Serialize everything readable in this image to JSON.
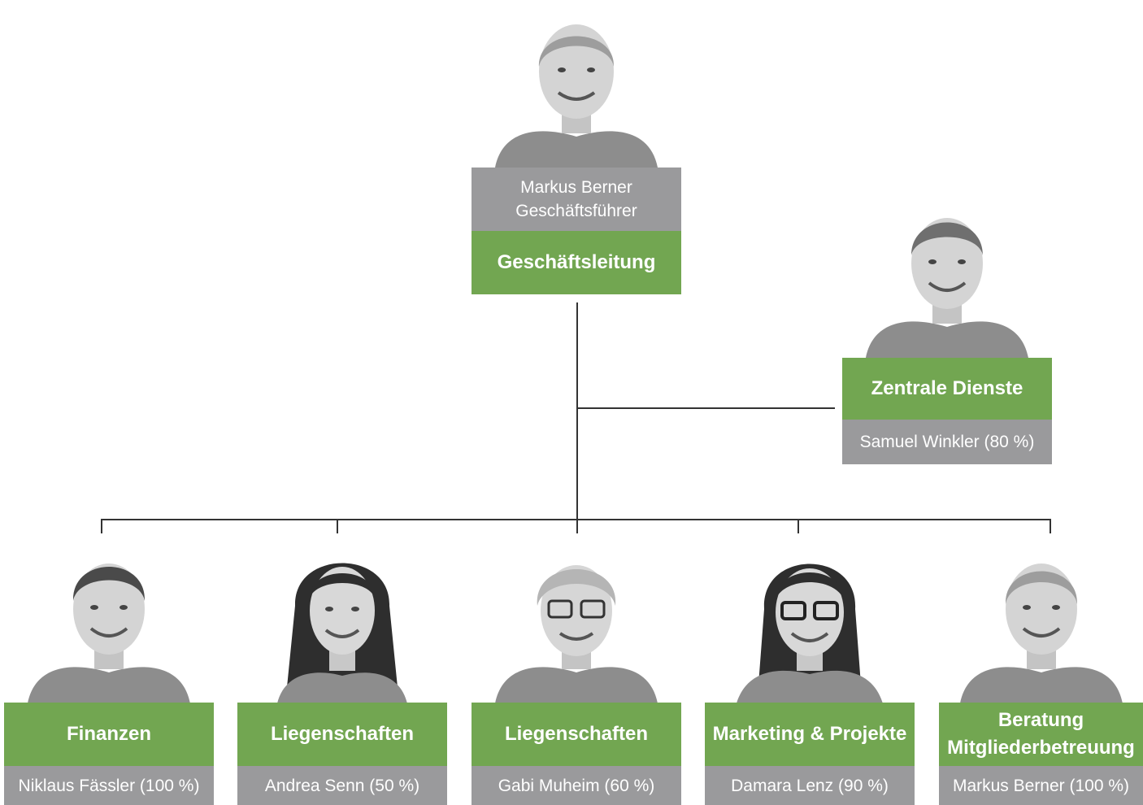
{
  "colors": {
    "green": "#72a651",
    "grey": "#9a9a9c",
    "line": "#333333"
  },
  "top": {
    "name": "Markus Berner",
    "role": "Geschäftsführer",
    "unit": "Geschäftsleitung",
    "photo": "portrait-man-grey-hair"
  },
  "staff": {
    "unit": "Zentrale Dienste",
    "person": "Samuel Winkler (80 %)",
    "photo": "portrait-man-short-hair"
  },
  "departments": [
    {
      "unit": "Finanzen",
      "person": "Niklaus Fässler (100 %)",
      "photo": "portrait-man-dark-hair"
    },
    {
      "unit": "Liegenschaften",
      "person": "Andrea Senn (50 %)",
      "photo": "portrait-woman-long-hair"
    },
    {
      "unit": "Liegenschaften",
      "person": "Gabi Muheim (60 %)",
      "photo": "portrait-woman-short-hair-glasses"
    },
    {
      "unit": "Marketing & Projekte",
      "person": "Damara Lenz (90 %)",
      "photo": "portrait-woman-glasses"
    },
    {
      "unit_line1": "Beratung",
      "unit_line2": "Mitgliederbetreuung",
      "person": "Markus Berner (100 %)",
      "photo": "portrait-man-grey-hair"
    }
  ]
}
